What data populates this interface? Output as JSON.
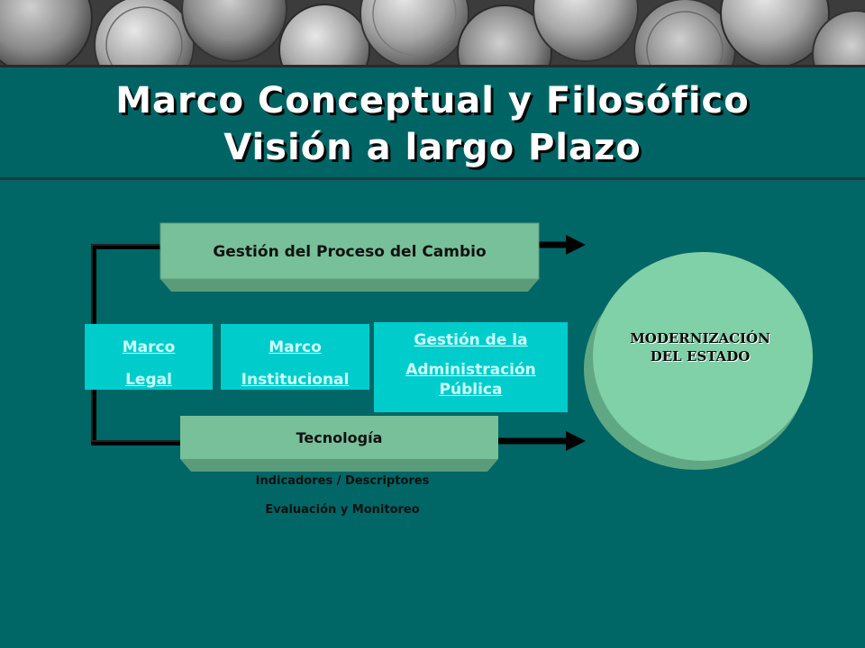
{
  "title": {
    "line1": "Marco Conceptual y Filosófico",
    "line2": "Visión a largo Plazo"
  },
  "diagram": {
    "top_bar": "Gestión del Proceso del Cambio",
    "bottom_bar": "Tecnología",
    "boxes": [
      {
        "line1": "Marco",
        "line2": "Legal"
      },
      {
        "line1": "Marco",
        "line2": "Institucional"
      },
      {
        "line1": "Gestión de la",
        "line2": "Administración",
        "line3": "Pública"
      }
    ],
    "notes": [
      "Indicadores / Descriptores",
      "Evaluación y Monitoreo"
    ],
    "target": {
      "line1": "MODERNIZACIÓN",
      "line2": "DEL ESTADO"
    }
  },
  "colors": {
    "background": "#006666",
    "bar_fill": "#77c09a",
    "box_fill": "#00cccc",
    "circle_fill": "#80d0a8",
    "link_text": "#ccffff"
  }
}
